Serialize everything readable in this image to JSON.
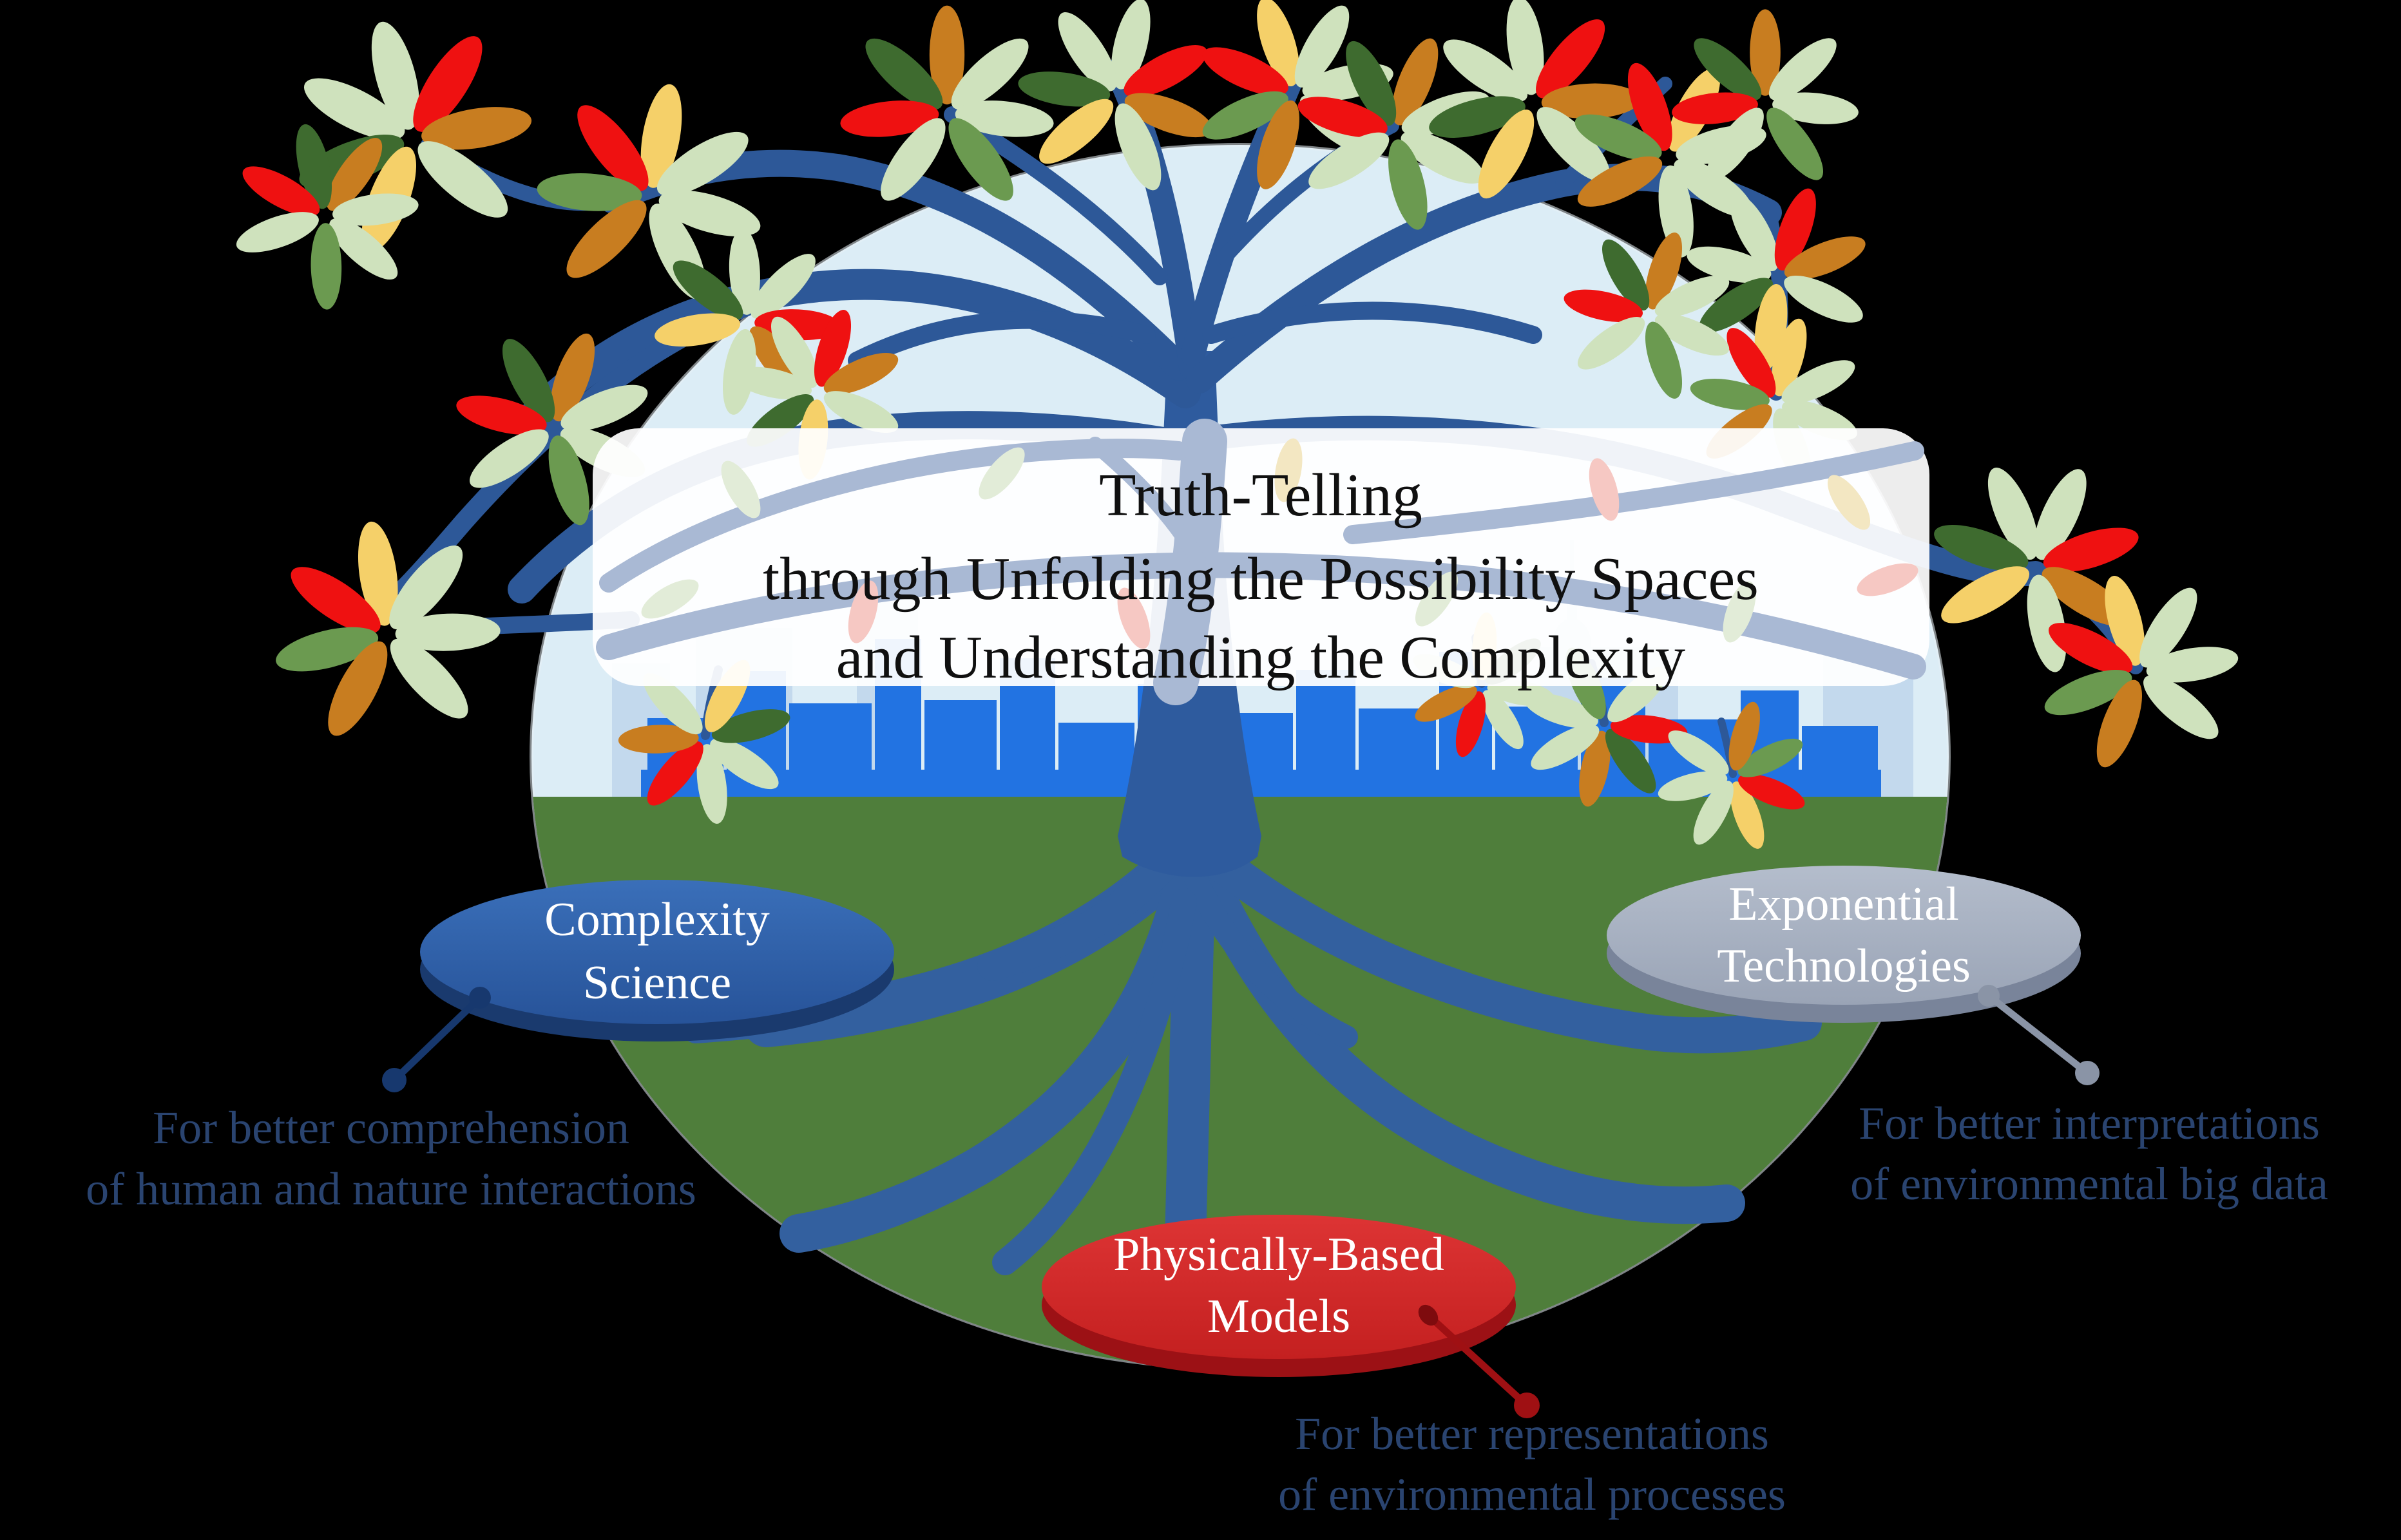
{
  "figure": {
    "title_lines": [
      "Truth-Telling",
      "through Unfolding the Possibility Spaces",
      "and Understanding the Complexity"
    ]
  },
  "nodes": {
    "complexity_science": {
      "label_lines": [
        "Complexity",
        "Science"
      ],
      "description_lines": [
        "For better comprehension",
        "of human and nature interactions"
      ],
      "color": "#2e62a8"
    },
    "exponential_technologies": {
      "label_lines": [
        "Exponential",
        "Technologies"
      ],
      "description_lines": [
        "For better interpretations",
        "of environmental big data"
      ],
      "color": "#a8b1c2"
    },
    "physically_based_models": {
      "label_lines": [
        "Physically-Based",
        "Models"
      ],
      "description_lines": [
        "For better representations",
        "of environmental processes"
      ],
      "color": "#d32c2c"
    }
  },
  "palette": {
    "background": "#000000",
    "sky": "#dcedf6",
    "ground_green": "#4f7e3b",
    "skyline_blue": "#2273e2",
    "skyline_pale": "#c3d9ed",
    "tree_blue": "#2d5898",
    "root_blue": "#33609f",
    "title_text": "#101010",
    "description_text": "#2a4470",
    "connector_blue": "#17386e",
    "connector_gray": "#8a94a6",
    "connector_red": "#9f1013",
    "leaf_colors": [
      "#cfe2bd",
      "#6b9a50",
      "#3e6b2f",
      "#ef1111",
      "#c87d20",
      "#f5d069"
    ]
  }
}
